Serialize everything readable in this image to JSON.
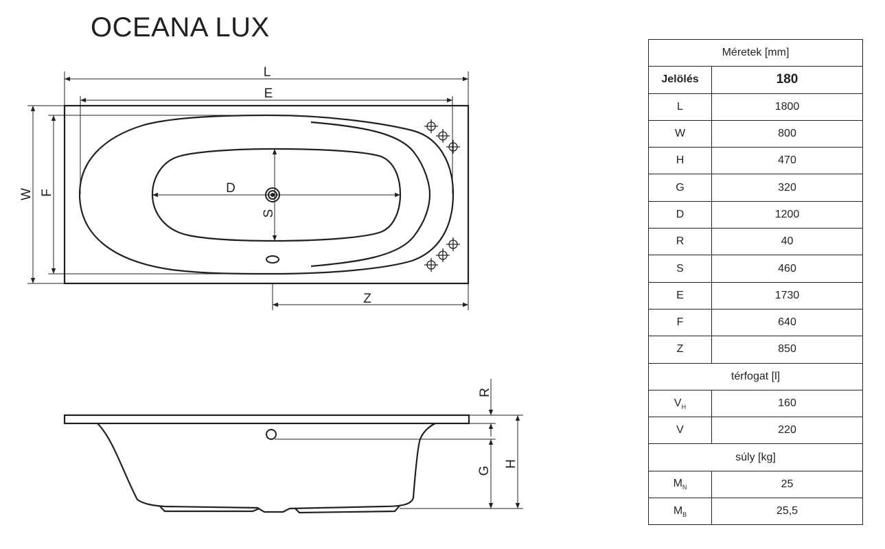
{
  "title": "OCEANA LUX",
  "top_view_labels": {
    "L": "L",
    "E": "E",
    "W": "W",
    "F": "F",
    "D": "D",
    "S": "S",
    "Z": "Z"
  },
  "side_view_labels": {
    "R": "R",
    "G": "G",
    "H": "H"
  },
  "table": {
    "header": "Méretek [mm]",
    "size_label": "Jelölés",
    "size_value": "180",
    "dimensions": [
      {
        "key": "L",
        "value": "1800"
      },
      {
        "key": "W",
        "value": "800"
      },
      {
        "key": "H",
        "value": "470"
      },
      {
        "key": "G",
        "value": "320"
      },
      {
        "key": "D",
        "value": "1200"
      },
      {
        "key": "R",
        "value": "40"
      },
      {
        "key": "S",
        "value": "460"
      },
      {
        "key": "E",
        "value": "1730"
      },
      {
        "key": "F",
        "value": "640"
      },
      {
        "key": "Z",
        "value": "850"
      }
    ],
    "volume_header": "térfogat [l]",
    "volume": [
      {
        "key": "V",
        "sub": "H",
        "value": "160"
      },
      {
        "key": "V",
        "sub": "",
        "value": "220"
      }
    ],
    "weight_header": "súly [kg]",
    "weight": [
      {
        "key": "M",
        "sub": "N",
        "value": "25"
      },
      {
        "key": "M",
        "sub": "B",
        "value": "25,5"
      }
    ]
  }
}
